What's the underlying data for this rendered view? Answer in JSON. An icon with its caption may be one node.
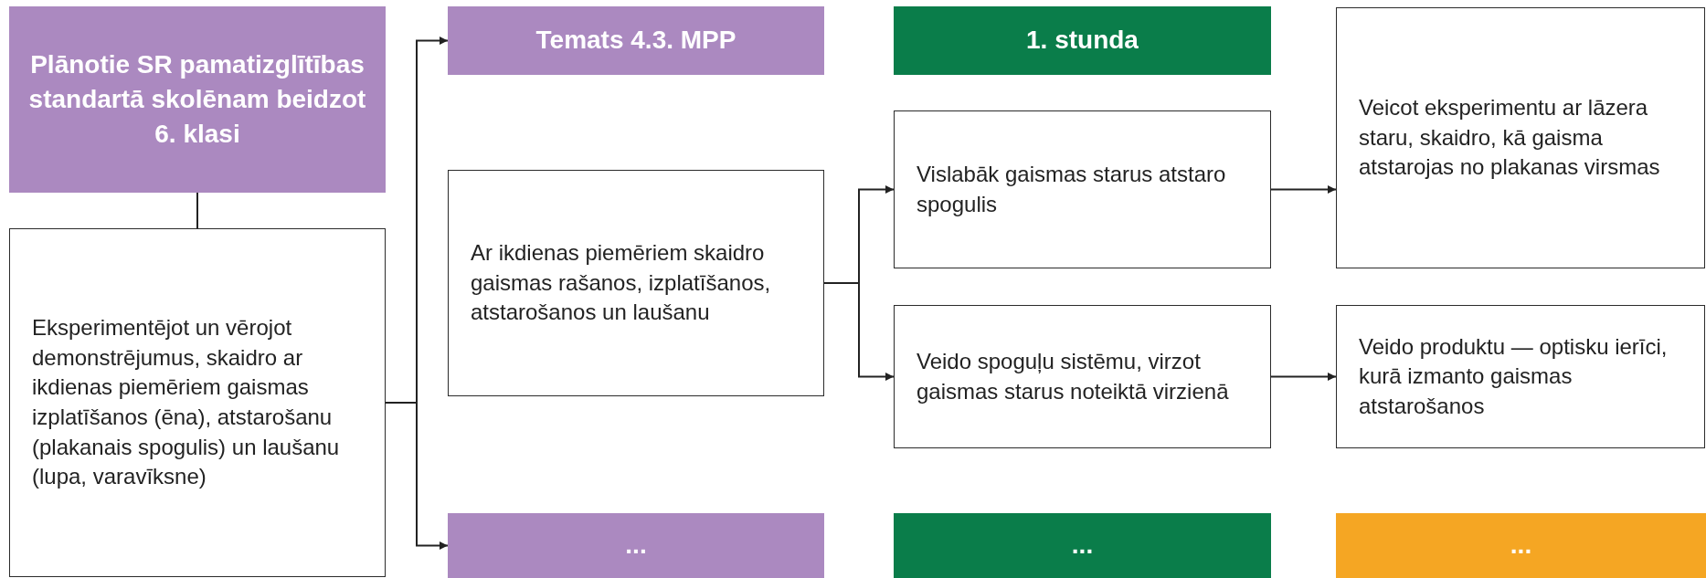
{
  "diagram": {
    "nodes": [
      {
        "text": [
          "Plānotie SR pamatizglītības standartā skolēnam beidzot 6. klasi"
        ]
      },
      {
        "text": [
          "Temats 4.3. MPP"
        ]
      },
      {
        "text": [
          "1. stunda"
        ]
      },
      {
        "text": [
          "Veicot eksperimentu ar lāzera staru, skaidro, kā gaisma atstarojas no plakanas virsmas"
        ]
      },
      {
        "text": [
          "Eksperimentējot un vērojot demonstrējumus, skaidro ar ikdienas piemēriem gaismas izplatīšanos (ēna), atstarošanu (plakanais spogulis) un laušanu (lupa, varavīksne)"
        ]
      },
      {
        "text": [
          "Ar ikdienas piemēriem skaidro gaismas rašanos, izplatīšanos, atstarošanos un laušanu"
        ]
      },
      {
        "text": [
          "Vislabāk gaismas starus atstaro spogulis"
        ]
      },
      {
        "text": [
          "Veido spoguļu sistēmu, virzot gaismas starus noteiktā virzienā"
        ]
      },
      {
        "text": [
          "Veido produktu — optisku ierīci, kurā izmanto gaismas atstarošanos"
        ]
      },
      {
        "text": [
          "..."
        ]
      },
      {
        "text": [
          "..."
        ]
      },
      {
        "text": [
          "..."
        ]
      }
    ],
    "edges": [
      {
        "from": 0,
        "to": 4,
        "arrow": "none"
      },
      {
        "from": 4,
        "to": 1,
        "arrow": "to"
      },
      {
        "from": 4,
        "to": 9,
        "arrow": "to"
      },
      {
        "from": 5,
        "to": 6,
        "arrow": "to"
      },
      {
        "from": 5,
        "to": 7,
        "arrow": "to"
      },
      {
        "from": 6,
        "to": 3,
        "arrow": "to"
      },
      {
        "from": 7,
        "to": 8,
        "arrow": "to"
      }
    ]
  }
}
